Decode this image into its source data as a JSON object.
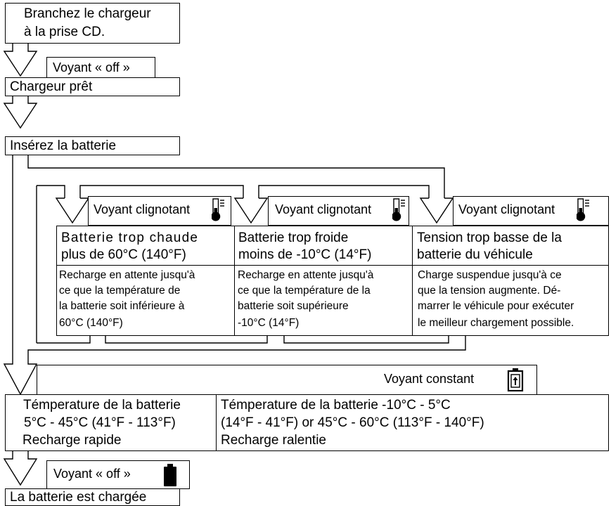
{
  "steps": {
    "plug_in": [
      "Branchez le chargeur",
      "à la prise CD."
    ],
    "light_off_1": "Voyant « off »",
    "charger_ready": "Chargeur prêt",
    "insert_battery": "Insérez la batterie"
  },
  "faults": [
    {
      "indicator": "Voyant clignotant",
      "title": [
        "Batterie trop chaude",
        "plus de 60°C (140°F)"
      ],
      "detail": [
        "Recharge en attente jusqu'à",
        "ce que la température de",
        "la batterie soit inférieure à",
        "60°C (140°F)"
      ]
    },
    {
      "indicator": "Voyant clignotant",
      "title": [
        "Batterie trop froide",
        "moins de -10°C (14°F)"
      ],
      "detail": [
        "Recharge en attente jusqu'à",
        "ce que la température de la",
        "batterie soit supérieure",
        "-10°C (14°F)"
      ]
    },
    {
      "indicator": "Voyant clignotant",
      "title": [
        "Tension trop basse de la",
        "batterie du véhicule"
      ],
      "detail": [
        "Charge suspendue jusqu'à ce",
        "que la tension augmente. Dé-",
        "marrer le véhicule pour exécuter",
        "le meilleur chargement possible."
      ]
    }
  ],
  "constant": {
    "indicator": "Voyant constant",
    "fast": [
      "Témperature de la batterie",
      "5°C - 45°C (41°F - 113°F)",
      "Recharge rapide"
    ],
    "slow": [
      "Témperature de la batterie -10°C - 5°C",
      "(14°F - 41°F) or 45°C - 60°C (113°F - 140°F)",
      "Recharge ralentie"
    ]
  },
  "final": {
    "light_off_2": "Voyant « off »",
    "charged": "La batterie est chargée"
  },
  "icons": [
    "thermometer-icon",
    "battery-charging-icon",
    "battery-full-icon"
  ]
}
